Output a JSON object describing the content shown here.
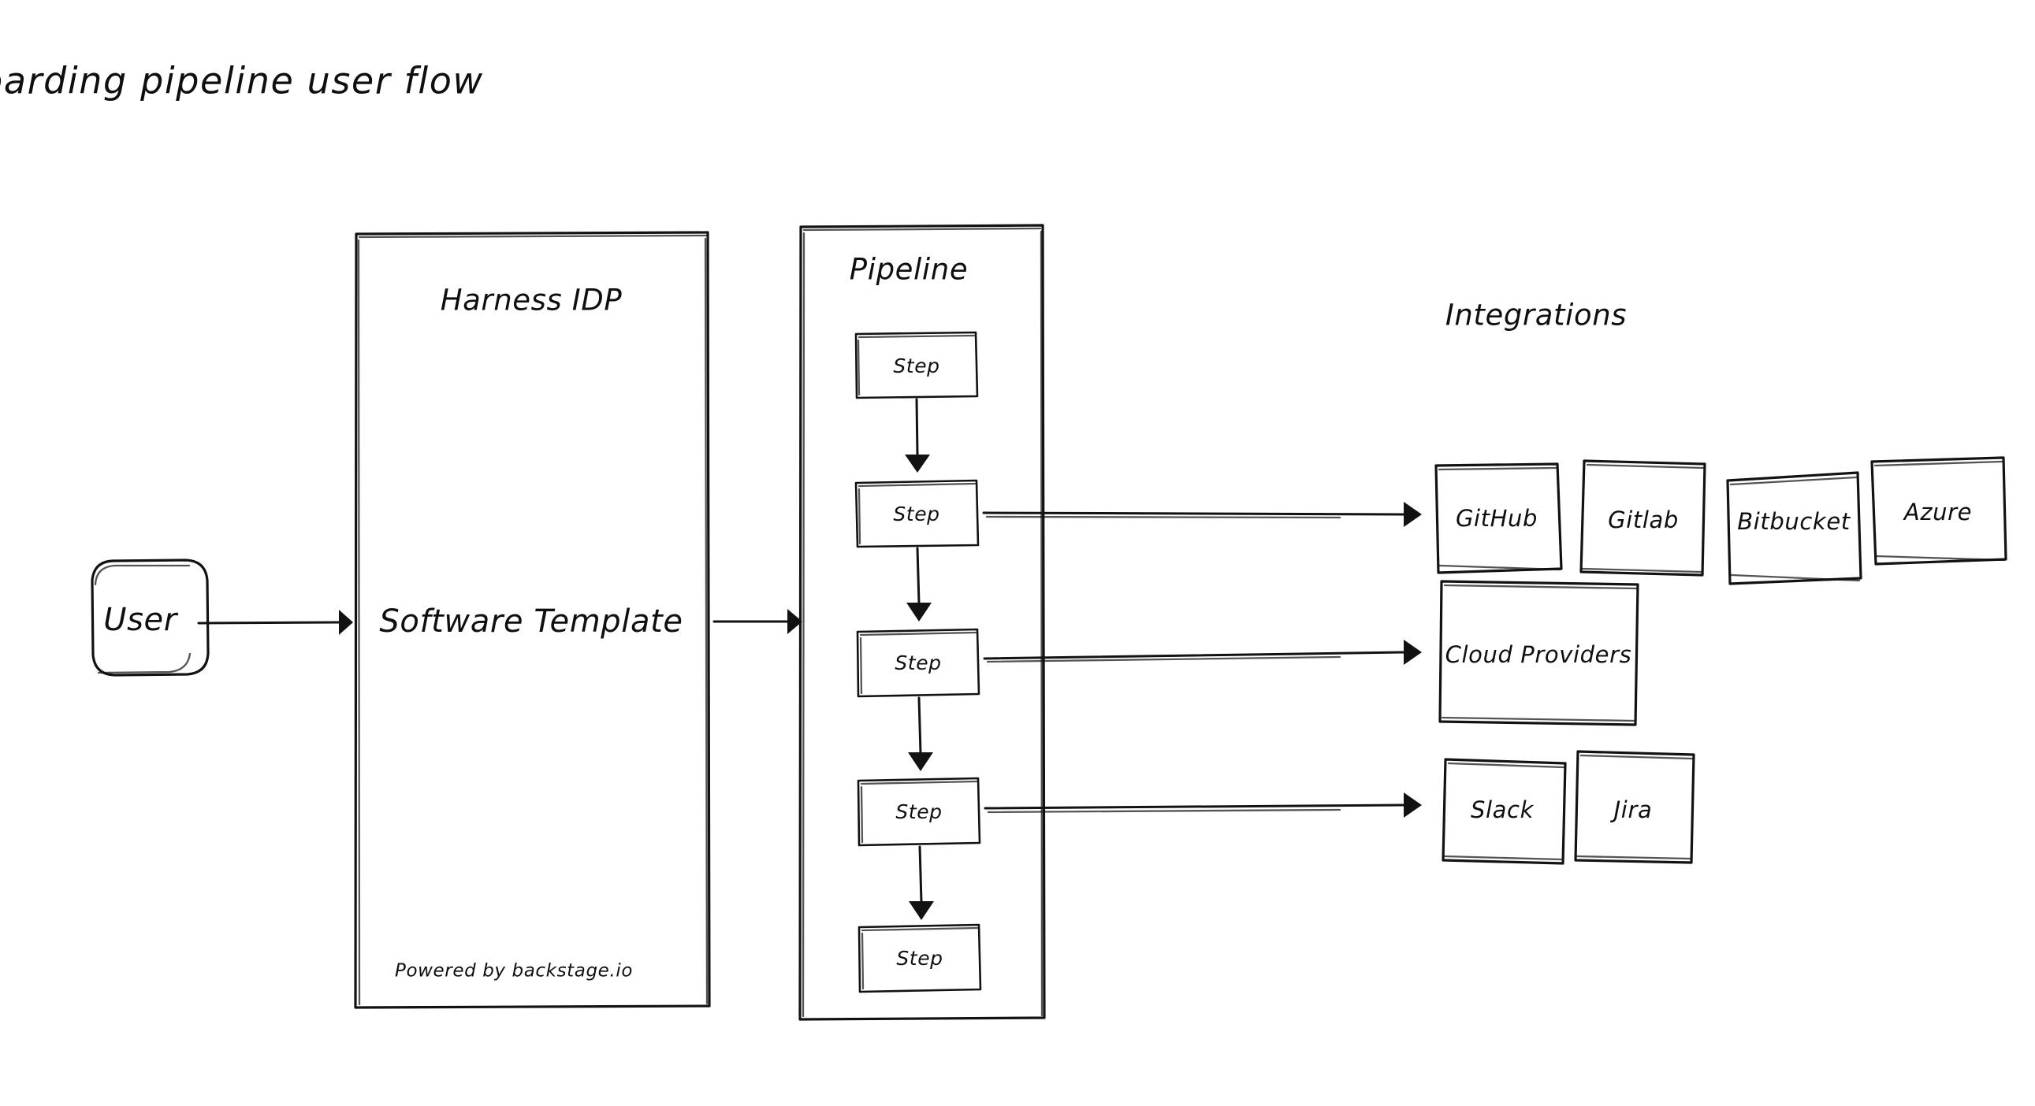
{
  "page": {
    "title": "A service onboarding pipeline user flow",
    "background_color": "#ffffff",
    "ink_color": "#121212",
    "style": "hand-drawn whiteboard sketch"
  },
  "actor": {
    "label": "User"
  },
  "platform": {
    "title": "Harness IDP",
    "body_label": "Software Template",
    "footer_label": "Powered by backstage.io"
  },
  "pipeline": {
    "title": "Pipeline",
    "steps": [
      {
        "label": "Step"
      },
      {
        "label": "Step"
      },
      {
        "label": "Step"
      },
      {
        "label": "Step"
      },
      {
        "label": "Step"
      }
    ]
  },
  "integrations": {
    "title": "Integrations",
    "rows": [
      {
        "name": "source-control",
        "items": [
          {
            "label": "GitHub"
          },
          {
            "label": "Gitlab"
          },
          {
            "label": "Bitbucket"
          },
          {
            "label": "Azure"
          }
        ]
      },
      {
        "name": "cloud",
        "items": [
          {
            "label": "Cloud Providers"
          }
        ]
      },
      {
        "name": "collaboration",
        "items": [
          {
            "label": "Slack"
          },
          {
            "label": "Jira"
          }
        ]
      }
    ]
  },
  "connections": [
    {
      "from": "User",
      "to": "Harness IDP"
    },
    {
      "from": "Harness IDP",
      "to": "Pipeline"
    },
    {
      "from": "Step 1",
      "to": "Step 2"
    },
    {
      "from": "Step 2",
      "to": "Step 3"
    },
    {
      "from": "Step 3",
      "to": "Step 4"
    },
    {
      "from": "Step 4",
      "to": "Step 5"
    },
    {
      "from": "Step 2",
      "to": "GitHub"
    },
    {
      "from": "Step 3",
      "to": "Cloud Providers"
    },
    {
      "from": "Step 4",
      "to": "Slack"
    }
  ]
}
